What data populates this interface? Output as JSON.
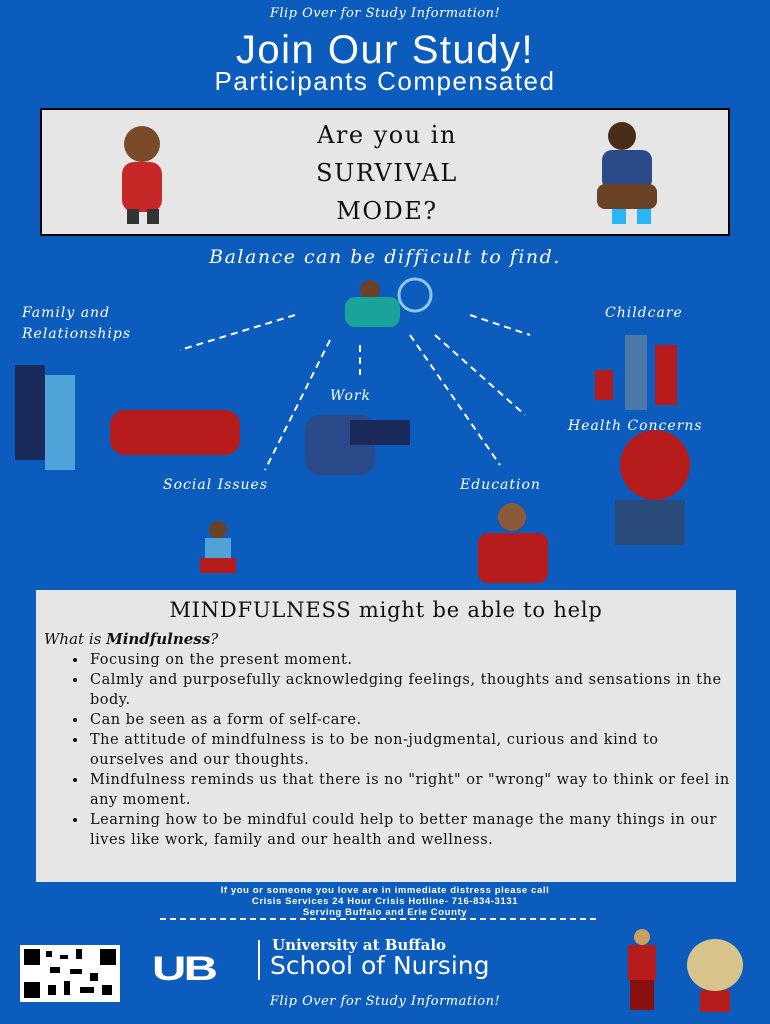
{
  "header": {
    "flip_top": "Flip Over for Study Information!",
    "title": "Join Our Study!",
    "subtitle": "Participants Compensated"
  },
  "survival": {
    "line1": "Are you in",
    "line2": "SURVIVAL",
    "line3": "MODE?"
  },
  "balance": {
    "heading": "Balance can be difficult to find.",
    "labels": {
      "family": "Family and Relationships",
      "childcare": "Childcare",
      "work": "Work",
      "health": "Health Concerns",
      "social": "Social Issues",
      "education": "Education"
    }
  },
  "mindfulness": {
    "heading": "MINDFULNESS might be able to help",
    "question_prefix": "What is ",
    "question_bold": "Mindfulness",
    "question_suffix": "?",
    "bullets": [
      "Focusing on the present moment.",
      "Calmly and purposefully acknowledging feelings, thoughts and sensations in the body.",
      "Can be seen as a form of self-care.",
      "The attitude of mindfulness is to be non-judgmental, curious and kind to ourselves and our thoughts.",
      "Mindfulness reminds us that there is no \"right\" or \"wrong\" way to think or feel in any moment.",
      "Learning how to be mindful could help to better manage the many things in our lives like work, family and our health and wellness."
    ]
  },
  "crisis": {
    "line1": "If you or someone you love are in immediate distress please call",
    "line2": "Crisis Services 24 Hour Crisis Hotline- 716-834-3131",
    "line3": "Serving Buffalo and Erie County"
  },
  "footer": {
    "logo": "UB",
    "university": "University at Buffalo",
    "school": "School of Nursing",
    "flip_bottom": "Flip Over for Study Information!"
  },
  "colors": {
    "background": "#0b5cbd",
    "panel": "#e6e6e6"
  }
}
